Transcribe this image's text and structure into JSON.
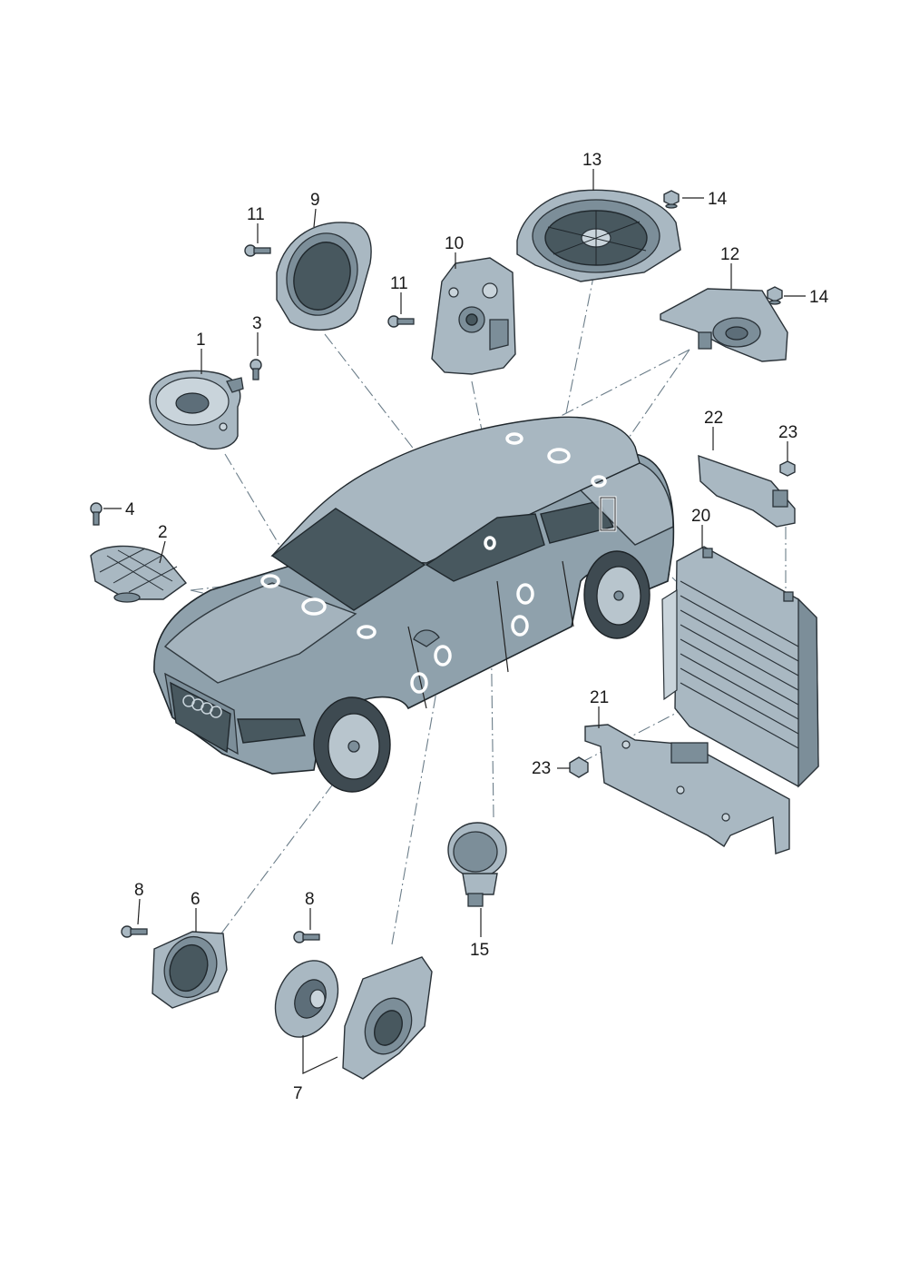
{
  "callouts": {
    "c1": "1",
    "c2": "2",
    "c3": "3",
    "c4": "4",
    "c6": "6",
    "c7": "7",
    "c8a": "8",
    "c8b": "8",
    "c9": "9",
    "c10": "10",
    "c11a": "11",
    "c11b": "11",
    "c12": "12",
    "c13": "13",
    "c14a": "14",
    "c14b": "14",
    "c15": "15",
    "c20": "20",
    "c21": "21",
    "c22": "22",
    "c23a": "23",
    "c23b": "23"
  },
  "colors": {
    "line": "#222222",
    "part_fill": "#a9b8c2",
    "car_fill": "#8fa1ac",
    "glass": "#48585f"
  }
}
